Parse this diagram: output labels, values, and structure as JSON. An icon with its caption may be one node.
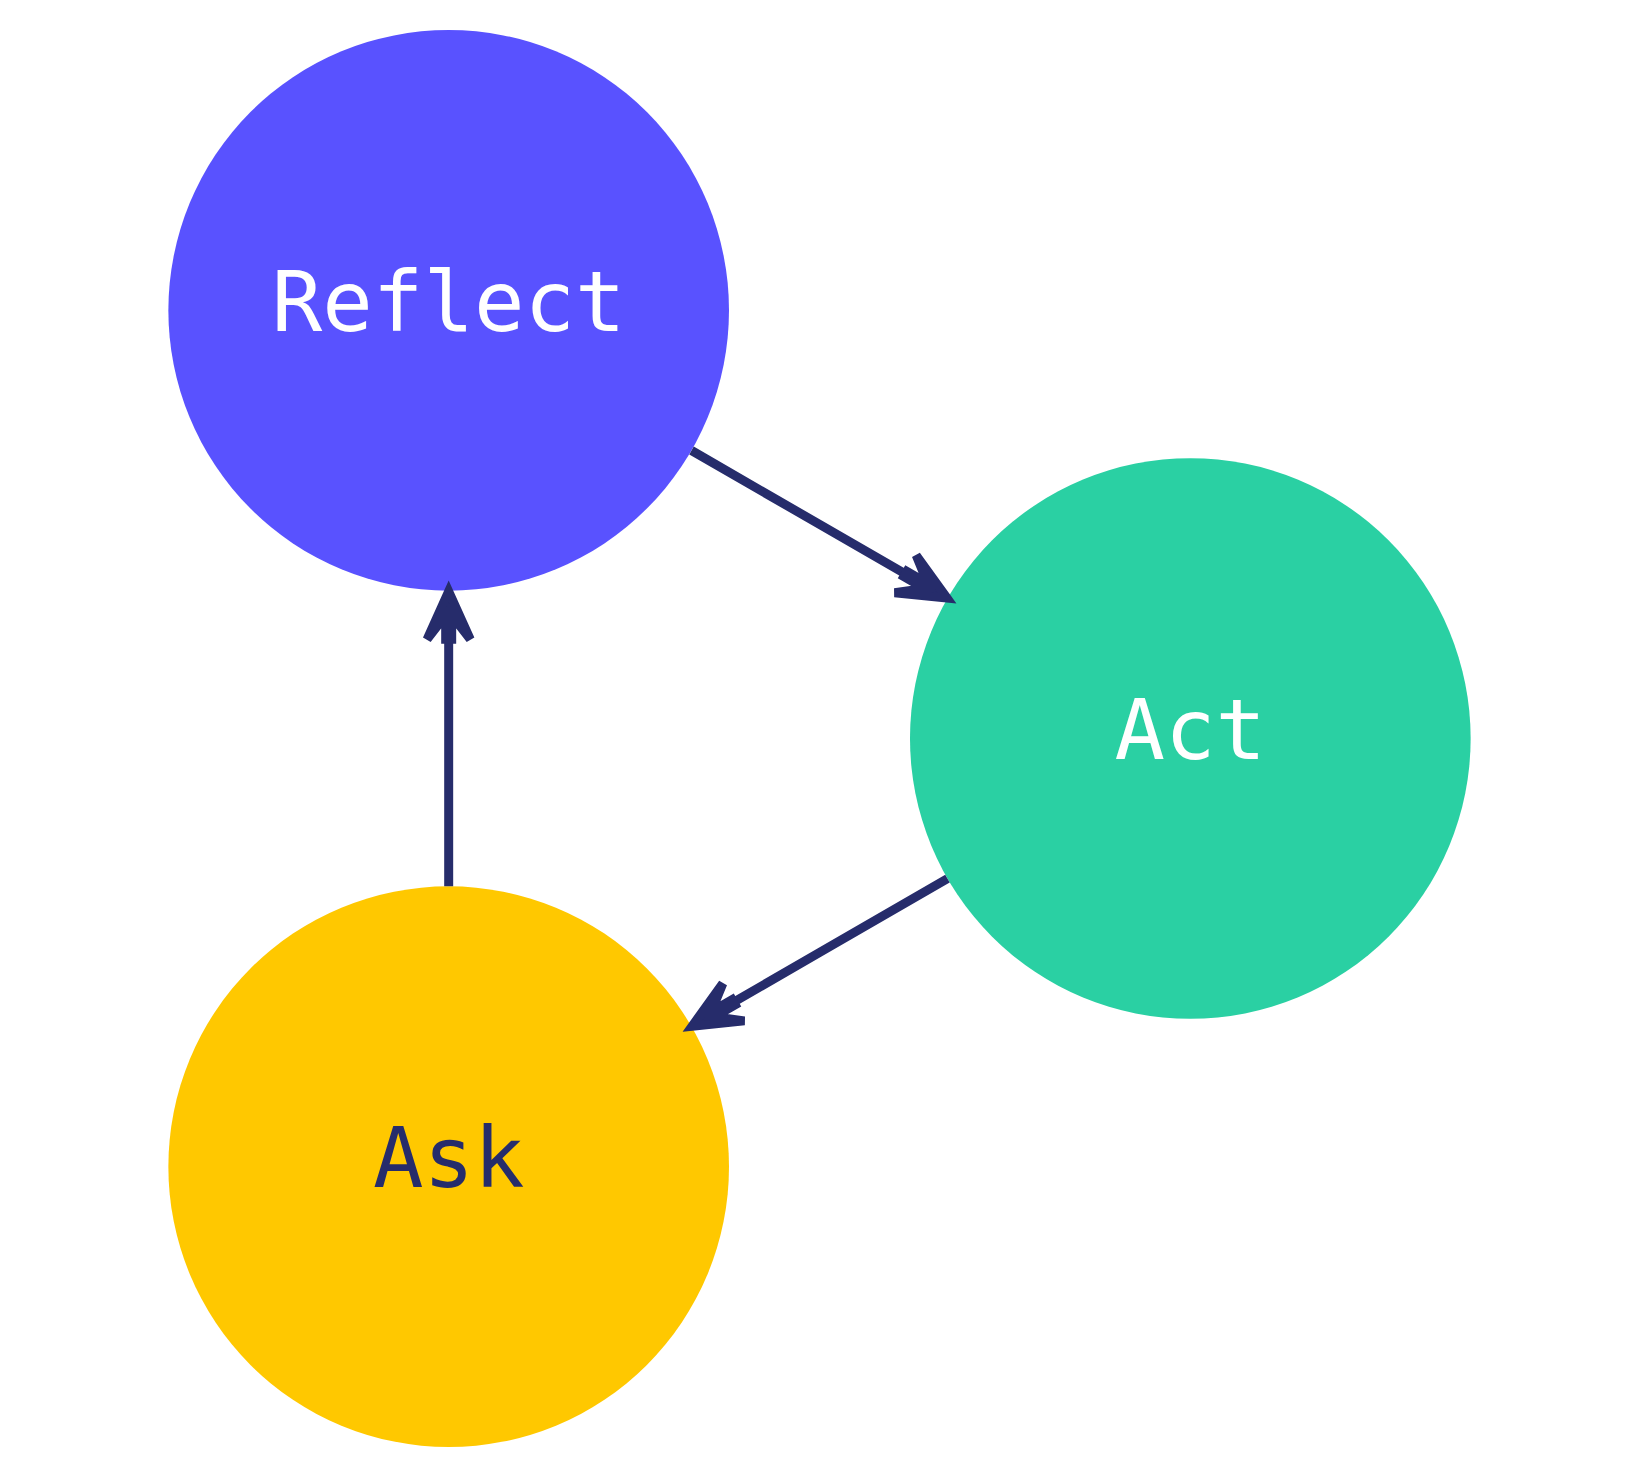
{
  "diagram": {
    "nodes": [
      {
        "text": [
          "Ask"
        ]
      },
      {
        "text": [
          "Reflect"
        ]
      },
      {
        "text": [
          "Act"
        ]
      }
    ],
    "edges": [
      {
        "from": 0,
        "to": 1,
        "arrow": "to"
      },
      {
        "from": 1,
        "to": 2,
        "arrow": "to"
      },
      {
        "from": 2,
        "to": 0,
        "arrow": "to"
      }
    ]
  }
}
